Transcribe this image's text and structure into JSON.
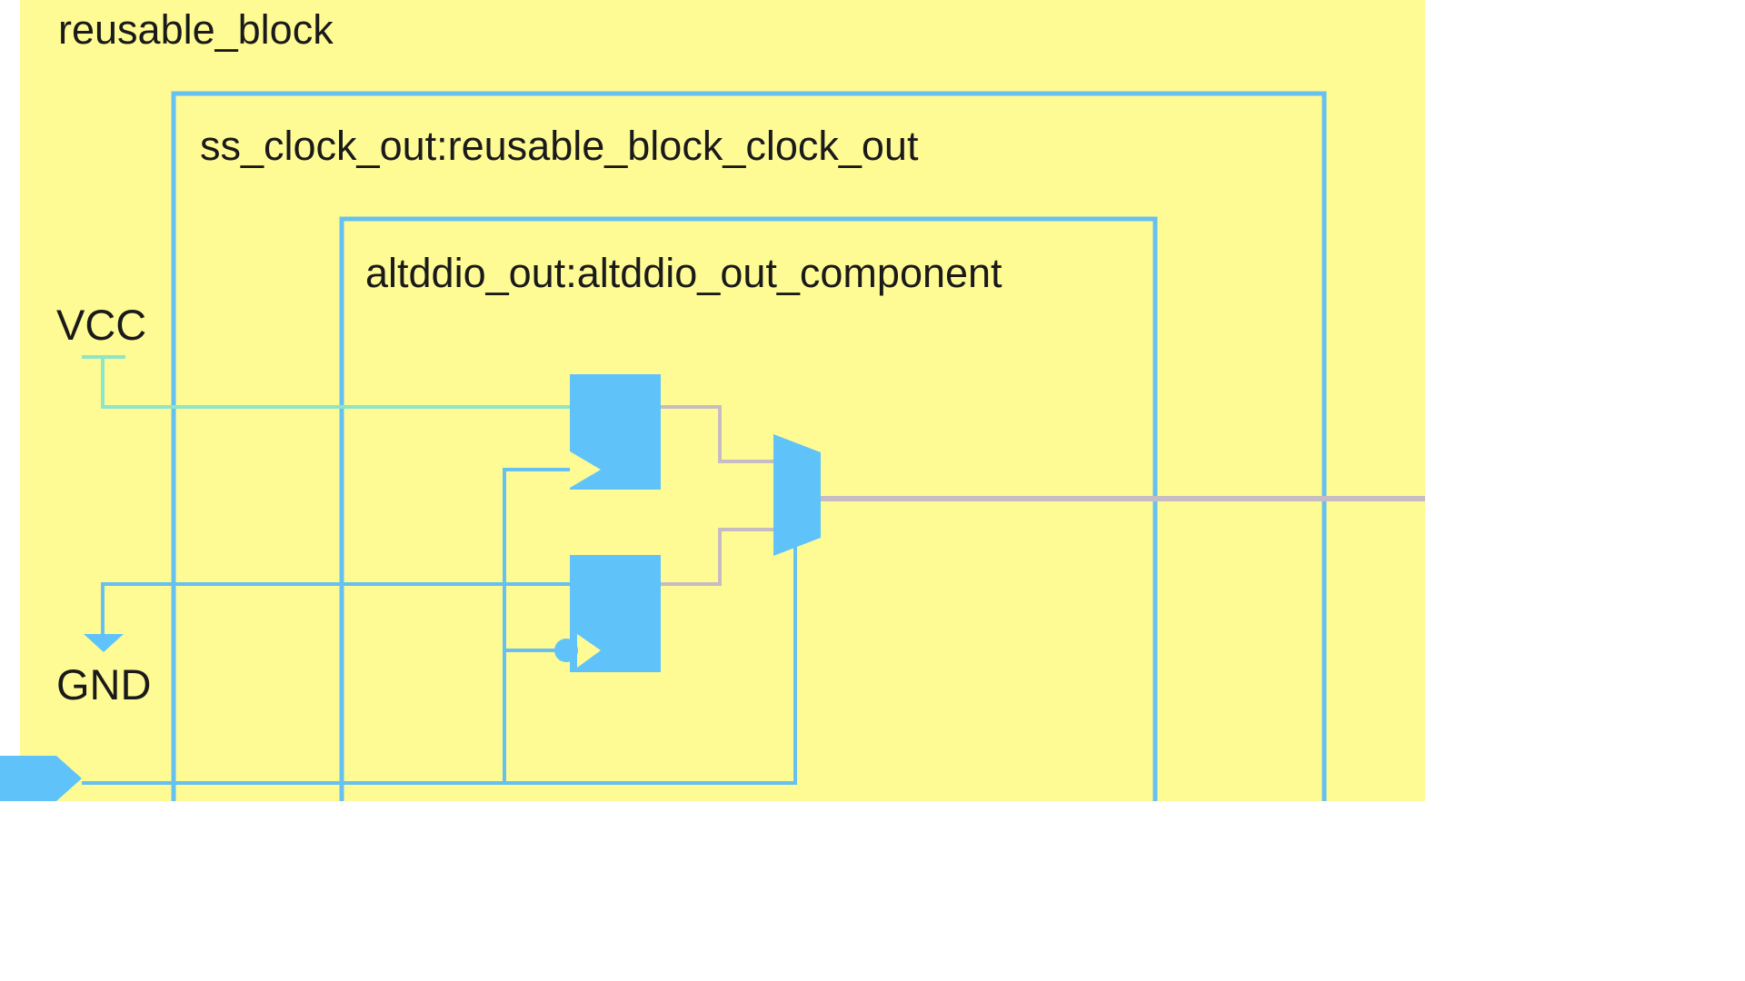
{
  "diagram": {
    "outer_block": {
      "label": "reusable_block"
    },
    "middle_block": {
      "label": "ss_clock_out:reusable_block_clock_out"
    },
    "inner_block": {
      "label": "altddio_out:altddio_out_component"
    },
    "vcc": {
      "label": "VCC"
    },
    "gnd": {
      "label": "GND"
    },
    "colors": {
      "background": "#fffb94",
      "border": "#66c0f0",
      "component_fill": "#5fc3fa",
      "vcc_wire": "#8ee6c8",
      "output_wire": "#c8bcc4"
    }
  }
}
